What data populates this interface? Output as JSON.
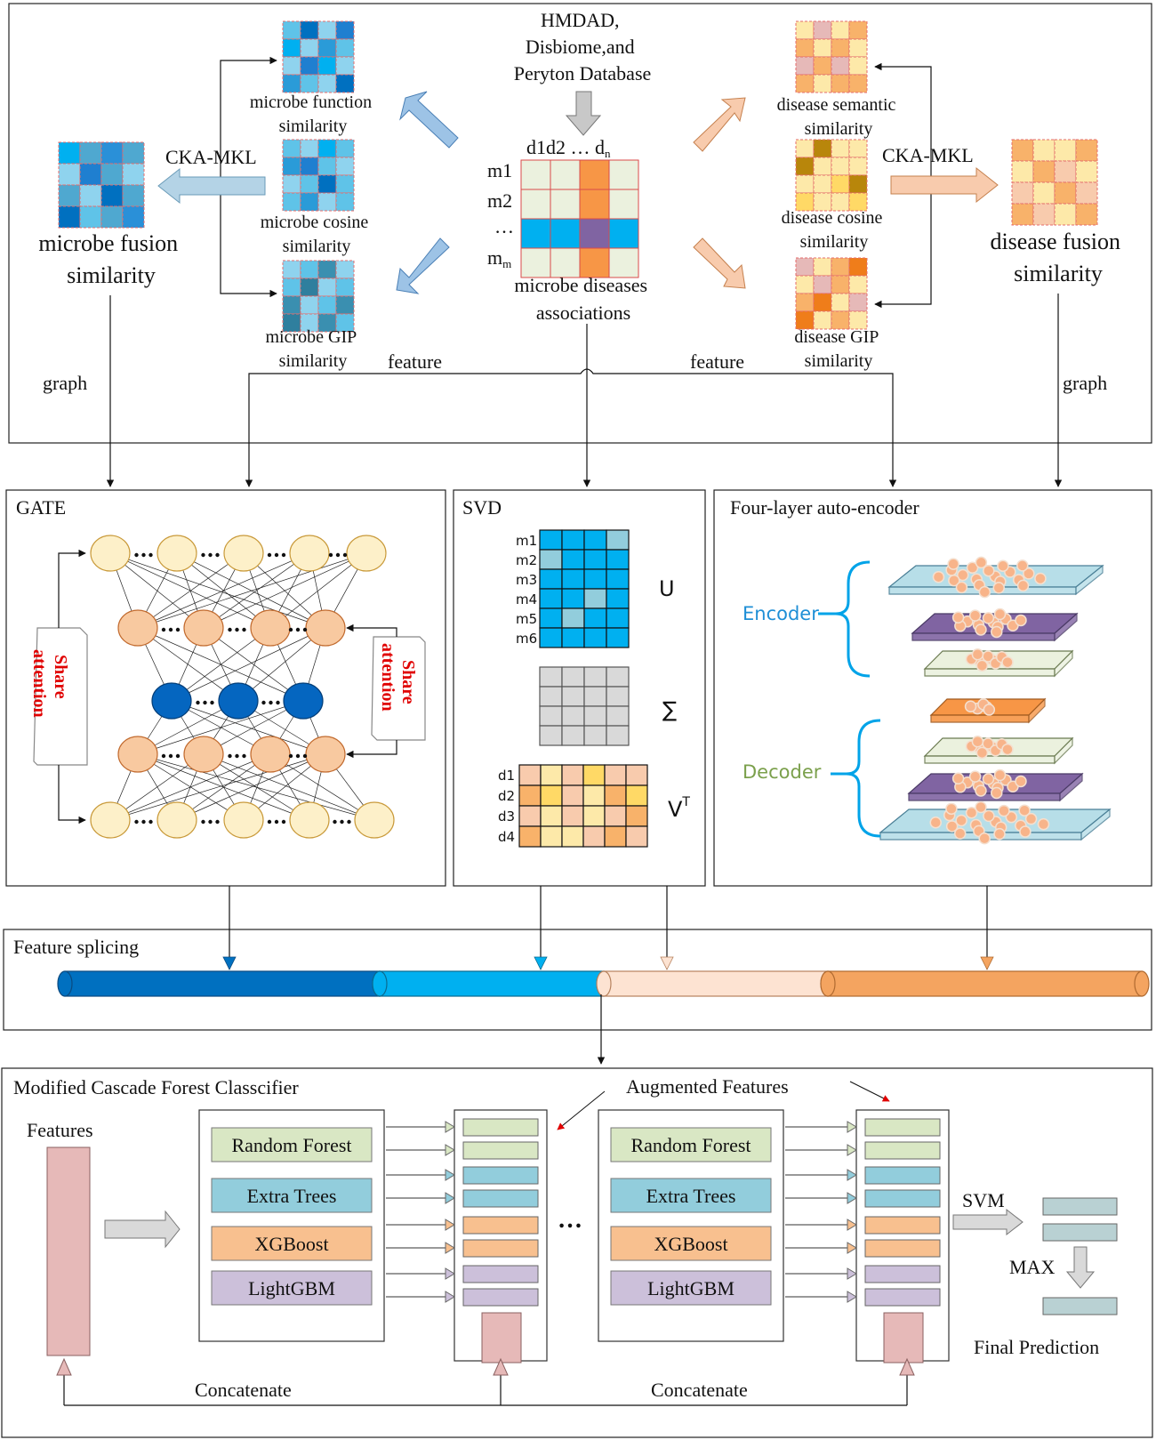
{
  "top": {
    "database": [
      "HMDAD,",
      "Disbiome,and",
      "Peryton Database"
    ],
    "matrix_header": "d1d2 … d",
    "matrix_header_sub": "n",
    "matrix_rows": [
      "m1",
      "m2",
      "…",
      "m"
    ],
    "matrix_row_sub": "m",
    "matrix_caption": [
      "microbe diseases",
      "associations"
    ],
    "microbe_function": [
      "microbe function",
      "similarity"
    ],
    "microbe_cosine": [
      "microbe cosine",
      "similarity"
    ],
    "microbe_gip": [
      "microbe GIP",
      "similarity"
    ],
    "microbe_fusion": [
      "microbe fusion",
      "similarity"
    ],
    "disease_semantic": [
      "disease semantic",
      "similarity"
    ],
    "disease_cosine": [
      "disease cosine",
      "similarity"
    ],
    "disease_gip": [
      "disease GIP",
      "similarity"
    ],
    "disease_fusion": [
      "disease fusion",
      "similarity"
    ],
    "ckamkl_left": "CKA-MKL",
    "ckamkl_right": "CKA-MKL",
    "graph_left": "graph",
    "graph_right": "graph",
    "feature_left": "feature",
    "feature_right": "feature"
  },
  "gate": {
    "title": "GATE",
    "share_attention": [
      "Share",
      "attention"
    ]
  },
  "svd": {
    "title": "SVD",
    "rows_m": [
      "m1",
      "m2",
      "m3",
      "m4",
      "m5",
      "m6"
    ],
    "rows_d": [
      "d1",
      "d2",
      "d3",
      "d4"
    ],
    "U": "U",
    "Sigma": "∑",
    "V": "V",
    "V_sup": "T"
  },
  "autoencoder": {
    "title": "Four-layer auto-encoder",
    "encoder": "Encoder",
    "decoder": "Decoder"
  },
  "splicing": {
    "title": "Feature splicing"
  },
  "cascade": {
    "title": "Modified  Cascade Forest Classcifier",
    "features": "Features",
    "augmented": "Augmented  Features",
    "classifiers": [
      "Random Forest",
      "Extra Trees",
      "XGBoost",
      "LightGBM"
    ],
    "ellipsis": "…",
    "svm": "SVM",
    "max": "MAX",
    "final": "Final Prediction",
    "concatenate": "Concatenate"
  },
  "colors": {
    "blue_dark": "#0070c0",
    "blue_light": "#00b0f0",
    "peach": "#f8cbad",
    "orange": "#f4a460",
    "rf": "#d9e7c4",
    "et": "#92cddc",
    "xgb": "#f8c08f",
    "lgbm": "#ccc0da",
    "feature_bar": "#e6b9b8"
  }
}
